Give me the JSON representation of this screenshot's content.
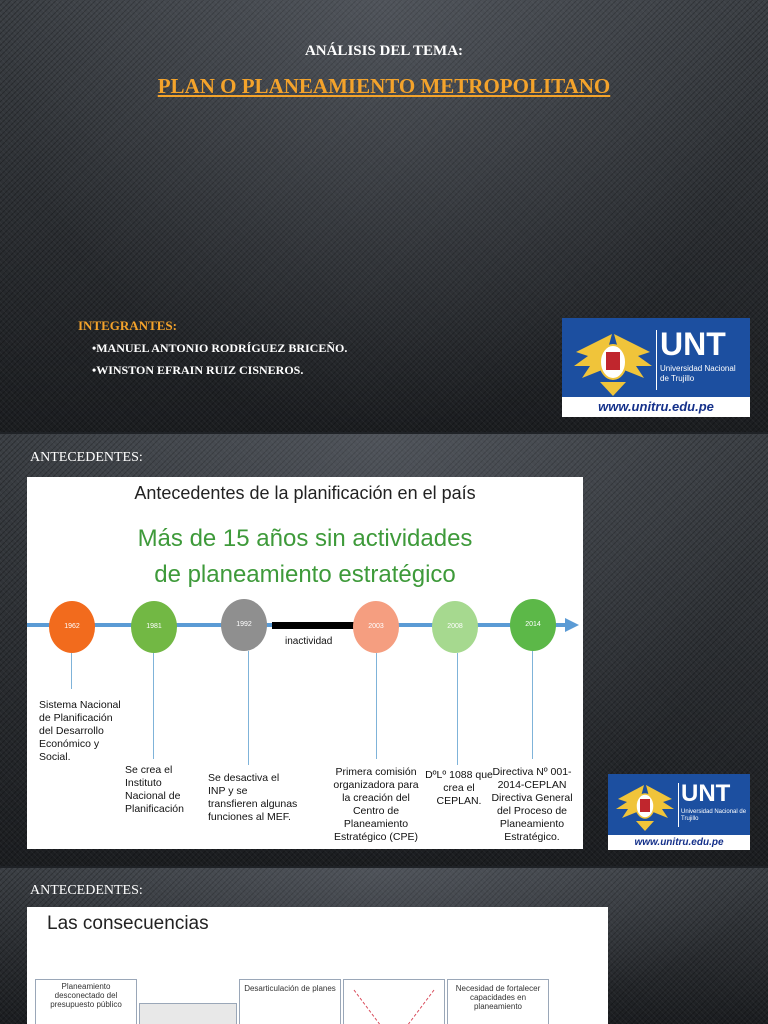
{
  "slide1": {
    "subtitle": "ANÁLISIS DEL TEMA:",
    "title": "PLAN O PLANEAMIENTO METROPOLITANO",
    "members_label": "INTEGRANTES:",
    "members": [
      "•MANUEL ANTONIO RODRÍGUEZ BRICEÑO.",
      "•WINSTON EFRAIN RUIZ CISNEROS."
    ]
  },
  "logo": {
    "letters": "UNT",
    "university": "Universidad Nacional de Trujillo",
    "url": "www.unitru.edu.pe"
  },
  "slide2": {
    "heading": "ANTECEDENTES:",
    "panel_title": "Antecedentes de la planificación en el país",
    "headline_line1": "Más de 15 años sin actividades",
    "headline_line2": "de planeamiento estratégico",
    "inactivity_label": "inactividad",
    "years": [
      "1962",
      "1981",
      "1992",
      "2003",
      "2008",
      "2014"
    ],
    "year_colors": [
      "#f26b1d",
      "#72b844",
      "#8f8f8f",
      "#f59e80",
      "#a6d98f",
      "#5cb848"
    ],
    "descriptions": [
      "Sistema Nacional de Planificación del Desarrollo Económico y Social.",
      "Se crea el Instituto Nacional de Planificación",
      "Se desactiva el INP y se transfieren algunas funciones al MEF.",
      "Primera comisión organizadora para la creación del Centro de Planeamiento Estratégico (CPE)",
      "DºLº 1088 que crea el CEPLAN.",
      "Directiva Nº 001-2014-CEPLAN Directiva General del Proceso de Planeamiento Estratégico."
    ]
  },
  "slide3": {
    "heading": "ANTECEDENTES:",
    "panel_title": "Las consecuencias",
    "boxes": [
      "Planeamiento desconectado del presupuesto público",
      "",
      "Desarticulación de planes",
      "",
      "Necesidad de fortalecer capacidades en planeamiento"
    ]
  }
}
